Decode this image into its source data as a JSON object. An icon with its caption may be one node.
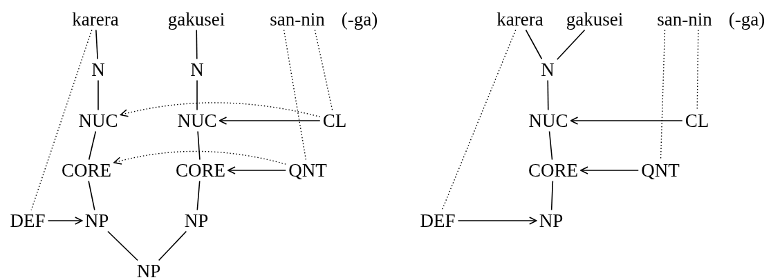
{
  "diagram": {
    "nodes": [
      {
        "text": [
          "karera"
        ]
      },
      {
        "text": [
          "gakusei"
        ]
      },
      {
        "text": [
          "san-nin"
        ]
      },
      {
        "text": [
          "N"
        ]
      },
      {
        "text": [
          "N"
        ]
      },
      {
        "text": [
          "NUC"
        ]
      },
      {
        "text": [
          "NUC"
        ]
      },
      {
        "text": [
          "CL"
        ]
      },
      {
        "text": [
          "CORE"
        ]
      },
      {
        "text": [
          "CORE"
        ]
      },
      {
        "text": [
          "QNT"
        ]
      },
      {
        "text": [
          "DEF"
        ]
      },
      {
        "text": [
          "NP"
        ]
      },
      {
        "text": [
          "NP"
        ]
      },
      {
        "text": [
          "NP"
        ]
      },
      {
        "text": [
          "karera"
        ]
      },
      {
        "text": [
          "gakusei"
        ]
      },
      {
        "text": [
          "san-nin"
        ]
      },
      {
        "text": [
          "N"
        ]
      },
      {
        "text": [
          "NUC"
        ]
      },
      {
        "text": [
          "CL"
        ]
      },
      {
        "text": [
          "CORE"
        ]
      },
      {
        "text": [
          "QNT"
        ]
      },
      {
        "text": [
          "DEF"
        ]
      },
      {
        "text": [
          "NP"
        ]
      }
    ],
    "edges": [
      {
        "from": 0,
        "to": 3,
        "arrow": "none"
      },
      {
        "from": 3,
        "to": 5,
        "arrow": "none"
      },
      {
        "from": 5,
        "to": 8,
        "arrow": "none"
      },
      {
        "from": 8,
        "to": 12,
        "arrow": "none"
      },
      {
        "from": 0,
        "to": 11,
        "arrow": "none",
        "style": "dashed"
      },
      {
        "from": 1,
        "to": 4,
        "arrow": "none"
      },
      {
        "from": 4,
        "to": 6,
        "arrow": "none"
      },
      {
        "from": 6,
        "to": 9,
        "arrow": "none"
      },
      {
        "from": 9,
        "to": 13,
        "arrow": "none"
      },
      {
        "from": 2,
        "to": 10,
        "arrow": "none",
        "style": "dashed"
      },
      {
        "from": 2,
        "to": 7,
        "arrow": "none",
        "style": "dashed"
      },
      {
        "from": 7,
        "to": 5,
        "arrow": "to",
        "style": "dashed"
      },
      {
        "from": 7,
        "to": 6,
        "arrow": "to"
      },
      {
        "from": 10,
        "to": 8,
        "arrow": "to",
        "style": "dashed"
      },
      {
        "from": 10,
        "to": 9,
        "arrow": "to"
      },
      {
        "from": 11,
        "to": 12,
        "arrow": "to"
      },
      {
        "from": 12,
        "to": 14,
        "arrow": "none"
      },
      {
        "from": 13,
        "to": 14,
        "arrow": "none"
      },
      {
        "from": 15,
        "to": 18,
        "arrow": "none"
      },
      {
        "from": 16,
        "to": 18,
        "arrow": "none"
      },
      {
        "from": 18,
        "to": 19,
        "arrow": "none"
      },
      {
        "from": 19,
        "to": 21,
        "arrow": "none"
      },
      {
        "from": 21,
        "to": 24,
        "arrow": "none"
      },
      {
        "from": 15,
        "to": 23,
        "arrow": "none",
        "style": "dashed"
      },
      {
        "from": 17,
        "to": 22,
        "arrow": "none",
        "style": "dashed"
      },
      {
        "from": 17,
        "to": 20,
        "arrow": "none",
        "style": "dashed"
      },
      {
        "from": 20,
        "to": 19,
        "arrow": "to"
      },
      {
        "from": 22,
        "to": 21,
        "arrow": "to"
      },
      {
        "from": 23,
        "to": 24,
        "arrow": "to"
      }
    ],
    "labels": [
      "(-ga)",
      "(-ga)"
    ]
  }
}
